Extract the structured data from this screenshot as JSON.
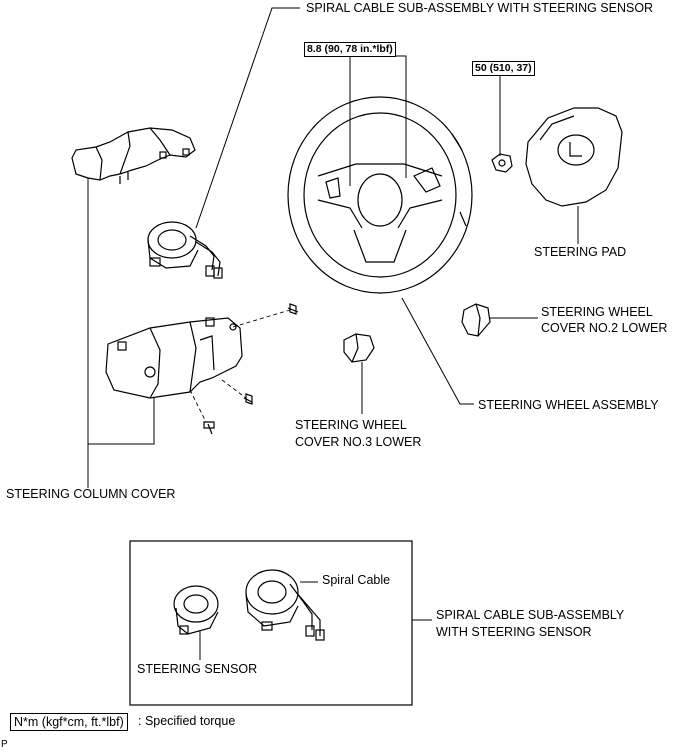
{
  "labels": {
    "spiral_cable_top": "SPIRAL CABLE SUB-ASSEMBLY WITH STEERING SENSOR",
    "steering_pad": "STEERING PAD",
    "cover_no2_line1": "STEERING WHEEL",
    "cover_no2_line2": "COVER NO.2 LOWER",
    "wheel_assembly": "STEERING WHEEL ASSEMBLY",
    "cover_no3_line1": "STEERING WHEEL",
    "cover_no3_line2": "COVER NO.3 LOWER",
    "column_cover": "STEERING COLUMN COVER",
    "spiral_cable": "Spiral Cable",
    "spiral_sub_line1": "SPIRAL CABLE SUB-ASSEMBLY",
    "spiral_sub_line2": "WITH STEERING SENSOR",
    "steering_sensor": "STEERING SENSOR"
  },
  "torques": {
    "wheel_nut": "8.8 (90, 78 in.*lbf)",
    "pad_nut": "50 (510, 37)"
  },
  "legend": {
    "unit_box": "N*m (kgf*cm, ft.*lbf)",
    "description": ": Specified torque"
  },
  "corner_mark": "P"
}
